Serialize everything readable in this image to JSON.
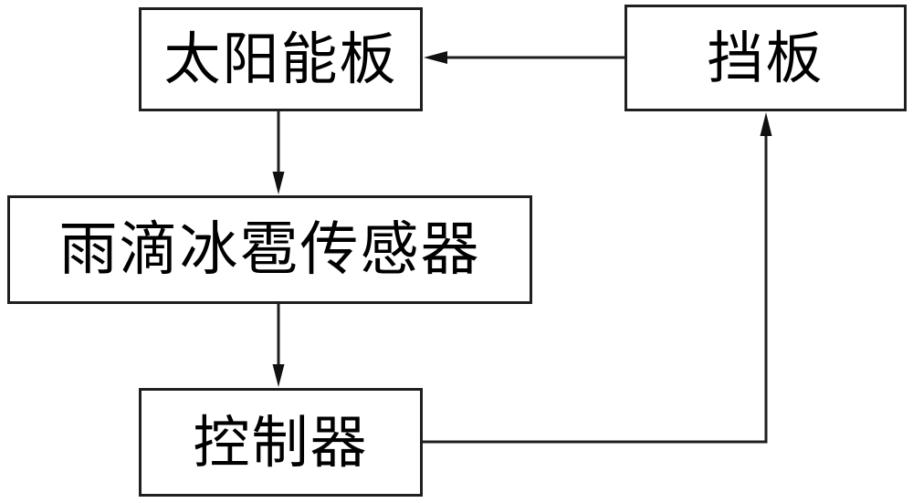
{
  "diagram": {
    "type": "flowchart",
    "nodes": {
      "solar_panel": {
        "label": "太阳能板"
      },
      "baffle": {
        "label": "挡板"
      },
      "rain_hail_sensor": {
        "label": "雨滴冰雹传感器"
      },
      "controller": {
        "label": "控制器"
      }
    },
    "edges": [
      {
        "from": "baffle",
        "to": "solar_panel",
        "direction": "left"
      },
      {
        "from": "solar_panel",
        "to": "rain_hail_sensor",
        "direction": "down"
      },
      {
        "from": "rain_hail_sensor",
        "to": "controller",
        "direction": "down"
      },
      {
        "from": "controller",
        "to": "baffle",
        "direction": "right-then-up"
      }
    ],
    "colors": {
      "line": "#1f1f1f",
      "arrowhead": "#111111",
      "text": "#000000",
      "background": "#ffffff"
    }
  }
}
